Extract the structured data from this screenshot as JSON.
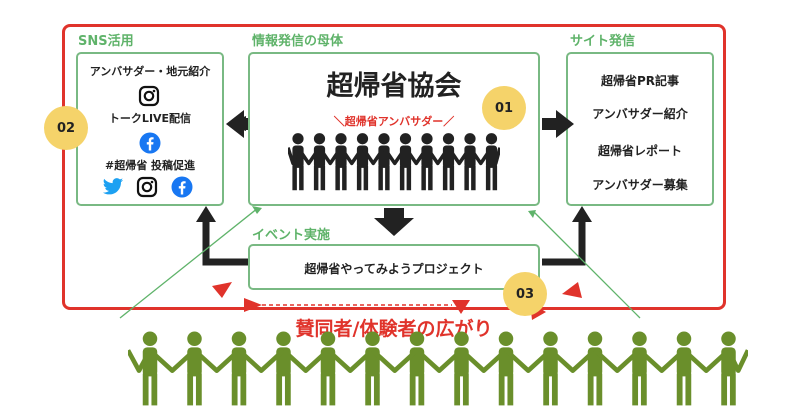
{
  "sections": {
    "sns": "SNS活用",
    "center": "情報発信の母体",
    "site": "サイト発信",
    "event": "イベント実施"
  },
  "main": {
    "title": "超帰省協会",
    "subtitle": "＼超帰省アンバサダー／",
    "badge": "01"
  },
  "sns": {
    "line1": "アンバサダー・地元紹介",
    "line2": "トークLIVE配信",
    "line3": "#超帰省 投稿促進",
    "badge": "02",
    "icons": [
      "instagram-icon",
      "facebook-icon",
      "twitter-icon",
      "instagram-icon",
      "facebook-icon"
    ]
  },
  "site": {
    "items": [
      "超帰省PR記事",
      "アンバサダー紹介",
      "超帰省レポート",
      "アンバサダー募集"
    ]
  },
  "event": {
    "project": "超帰省やってみようプロジェクト",
    "badge": "03"
  },
  "bottom": {
    "caption": "賛同者/体験者の広がり"
  },
  "colors": {
    "frame": "#e0332b",
    "section_label": "#5fb36a",
    "box_border": "#79b983",
    "badge": "#f5d36a",
    "arrow": "#222222",
    "people_green": "#6a8f2b",
    "caption_red": "#e0332b"
  }
}
